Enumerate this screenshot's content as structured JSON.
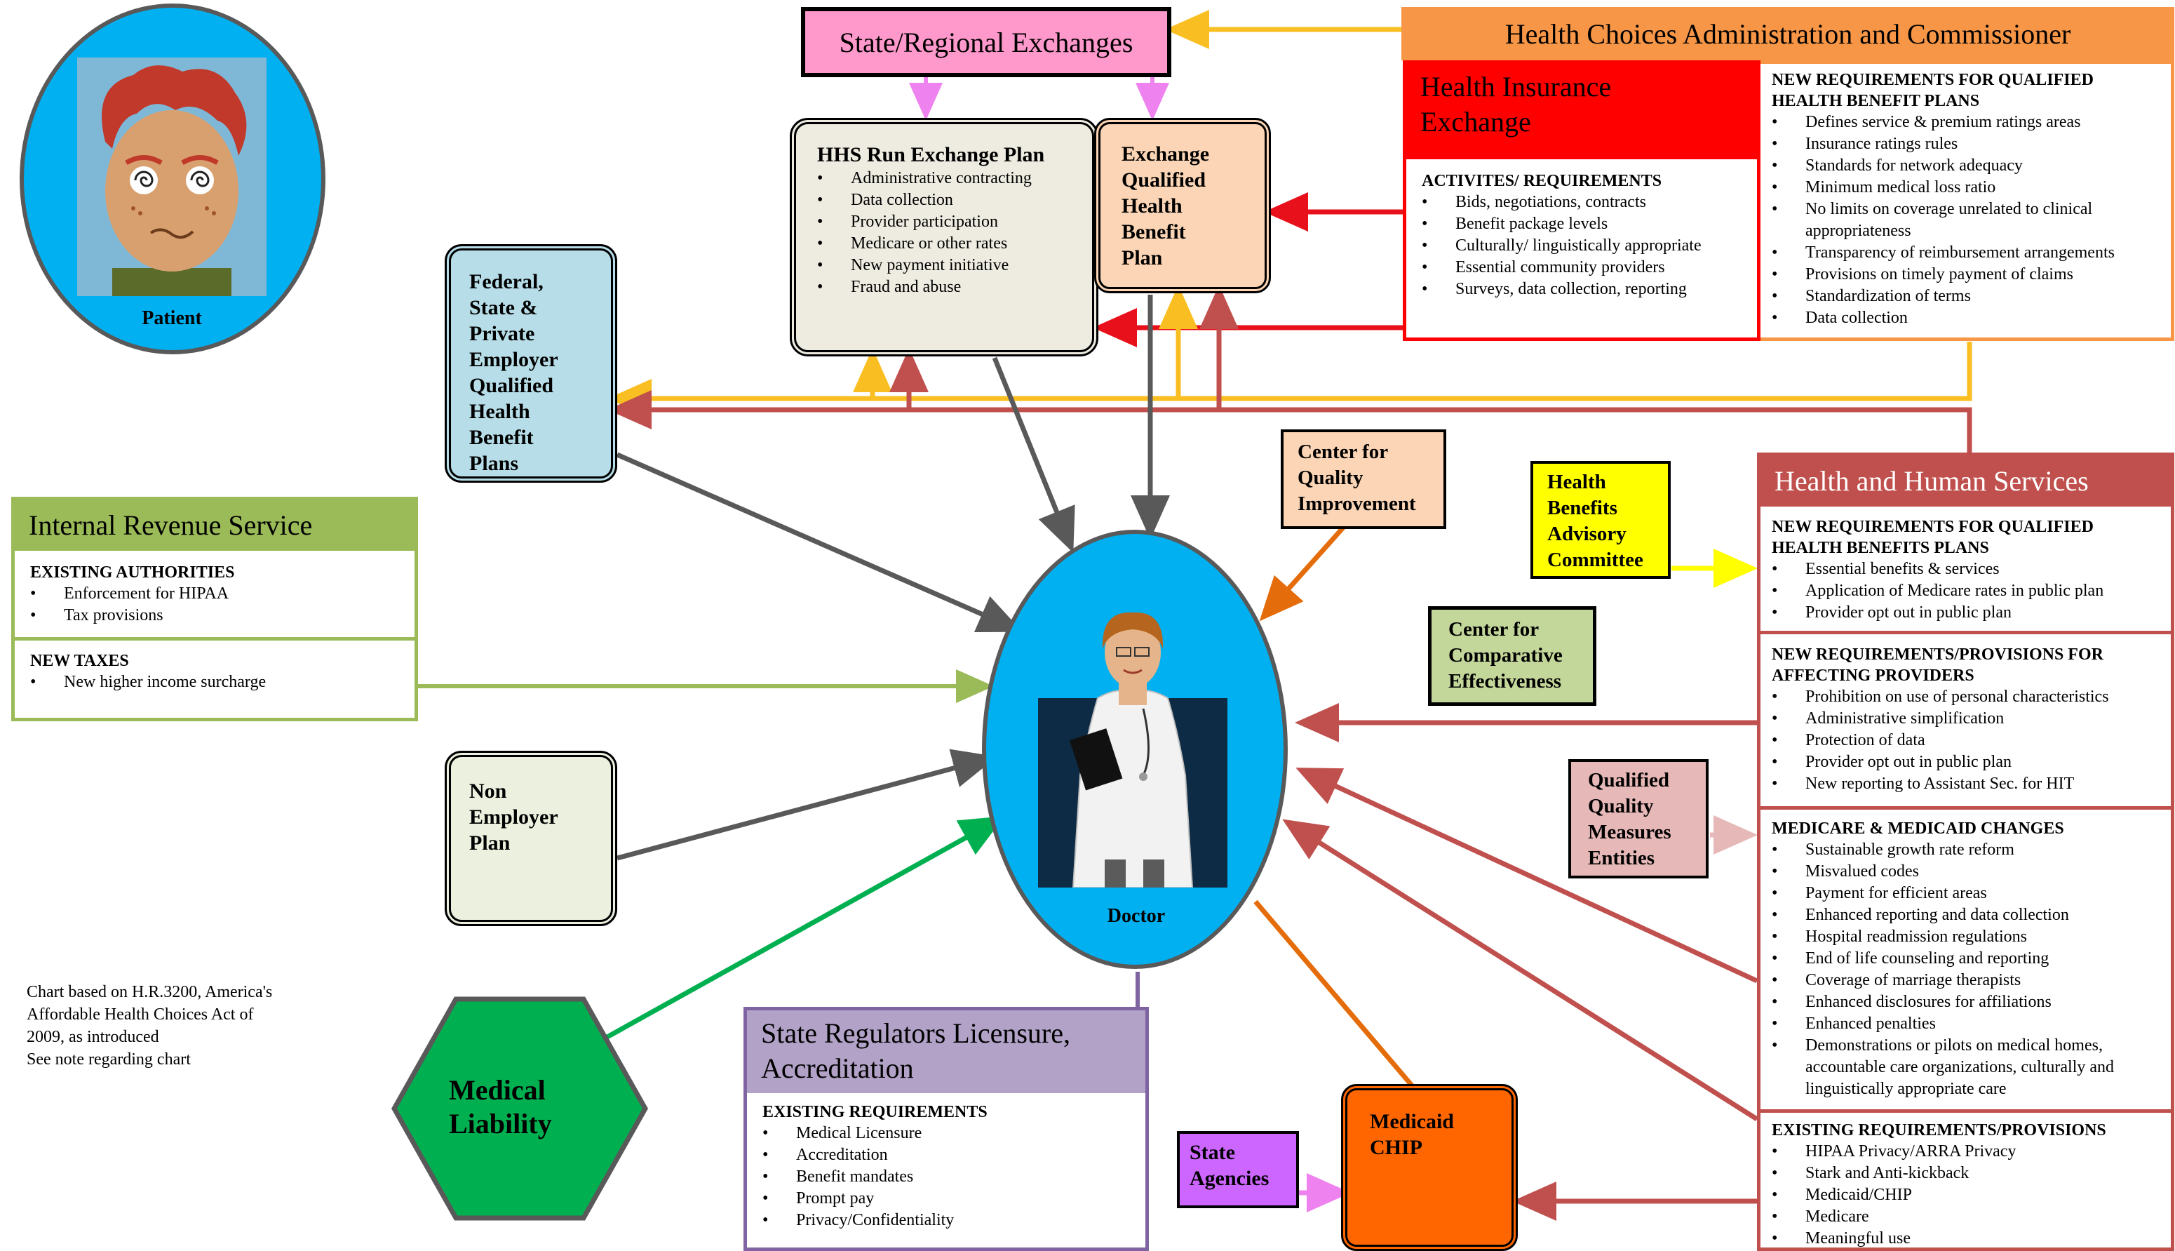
{
  "patient": {
    "label": "Patient"
  },
  "doctor": {
    "label": "Doctor"
  },
  "state_regional": {
    "title": "State/Regional Exchanges"
  },
  "hhs_run": {
    "title": "HHS Run Exchange Plan",
    "items": [
      "Administrative contracting",
      "Data collection",
      "Provider participation",
      "Medicare or other rates",
      "New payment initiative",
      "Fraud and abuse"
    ]
  },
  "exchange_qualified": {
    "lines": [
      "Exchange",
      "Qualified",
      "Health",
      "Benefit",
      "Plan"
    ]
  },
  "health_choices": {
    "title": "Health Choices Administration and Commissioner"
  },
  "hie": {
    "title_lines": [
      "Health Insurance",
      "Exchange"
    ],
    "section": "ACTIVITES/ REQUIREMENTS",
    "items": [
      "Bids, negotiations, contracts",
      "Benefit package levels",
      "Culturally/ linguistically appropriate",
      "Essential community providers",
      "Surveys, data collection, reporting"
    ]
  },
  "qhbp": {
    "heading_lines": [
      "NEW REQUIREMENTS FOR QUALIFIED",
      "HEALTH BENEFIT PLANS"
    ],
    "items": [
      "Defines service & premium ratings areas",
      "Insurance ratings rules",
      "Standards for network adequacy",
      "Minimum medical loss ratio",
      "No limits on coverage unrelated to clinical appropriateness",
      "Transparency of reimbursement arrangements",
      "Provisions on timely payment of claims",
      "Standardization of terms",
      "Data collection"
    ]
  },
  "federal": {
    "lines": [
      "Federal,",
      "State &",
      "Private",
      "Employer",
      "Qualified",
      "Health",
      "Benefit",
      "Plans"
    ]
  },
  "irs": {
    "title": "Internal Revenue Service",
    "sec1": "EXISTING AUTHORITIES",
    "sec1_items": [
      "Enforcement for HIPAA",
      "Tax provisions"
    ],
    "sec2": "NEW TAXES",
    "sec2_items": [
      "New higher income surcharge"
    ]
  },
  "non_employer": {
    "lines": [
      "Non",
      "Employer",
      "Plan"
    ]
  },
  "cqi": {
    "lines": [
      "Center for",
      "Quality",
      "Improvement"
    ]
  },
  "hbac": {
    "lines": [
      "Health",
      "Benefits",
      "Advisory",
      "Committee"
    ]
  },
  "ccompare": {
    "lines": [
      "Center for",
      "Comparative",
      "Effectiveness"
    ]
  },
  "qqme": {
    "lines": [
      "Qualified",
      "Quality",
      "Measures",
      "Entities"
    ]
  },
  "hhs": {
    "title": "Health and Human Services",
    "s1_lines": [
      "NEW REQUIREMENTS FOR QUALIFIED",
      "HEALTH BENEFITS PLANS"
    ],
    "s1_items": [
      "Essential benefits & services",
      "Application of Medicare rates in public plan",
      "Provider opt out in public plan"
    ],
    "s2_lines": [
      "NEW REQUIREMENTS/PROVISIONS FOR",
      "AFFECTING PROVIDERS"
    ],
    "s2_items": [
      "Prohibition on use of personal characteristics",
      "Administrative simplification",
      "Protection of data",
      "Provider opt out in public plan",
      "New reporting to Assistant Sec. for HIT"
    ],
    "s3": "MEDICARE & MEDICAID CHANGES",
    "s3_items": [
      "Sustainable growth rate reform",
      "Misvalued codes",
      "Payment for efficient areas",
      "Enhanced reporting and data collection",
      "Hospital readmission regulations",
      "End of life counseling and reporting",
      "Coverage of marriage therapists",
      "Enhanced disclosures for affiliations",
      "Enhanced penalties",
      "Demonstrations or pilots on medical homes, accountable care organizations, culturally and linguistically appropriate care"
    ],
    "s4": "EXISTING REQUIREMENTS/PROVISIONS",
    "s4_items": [
      "HIPAA Privacy/ARRA Privacy",
      "Stark and Anti-kickback",
      "Medicaid/CHIP",
      "Medicare",
      "Meaningful use"
    ]
  },
  "state_reg": {
    "title_lines": [
      "State Regulators Licensure,",
      "Accreditation"
    ],
    "section": "EXISTING REQUIREMENTS",
    "items": [
      "Medical Licensure",
      "Accreditation",
      "Benefit mandates",
      "Prompt pay",
      "Privacy/Confidentiality"
    ]
  },
  "medicaid": {
    "lines": [
      "Medicaid",
      "CHIP"
    ]
  },
  "state_agencies": {
    "lines": [
      "State",
      "Agencies"
    ]
  },
  "medical_liability": {
    "lines": [
      "Medical",
      "Liability"
    ]
  },
  "note": {
    "lines": [
      "Chart based on H.R.3200, America's",
      "Affordable Health Choices Act of",
      "2009, as introduced",
      "See note regarding chart"
    ]
  },
  "colors": {
    "yellow_arrow": "#f9bf22",
    "red_arrow": "#e8101a",
    "maroon_arrow": "#c0504d",
    "gray_arrow": "#595959",
    "green_arrow": "#9bbb59",
    "orange_arrow": "#e46c0a",
    "pink_arrow": "#ee82ee"
  }
}
